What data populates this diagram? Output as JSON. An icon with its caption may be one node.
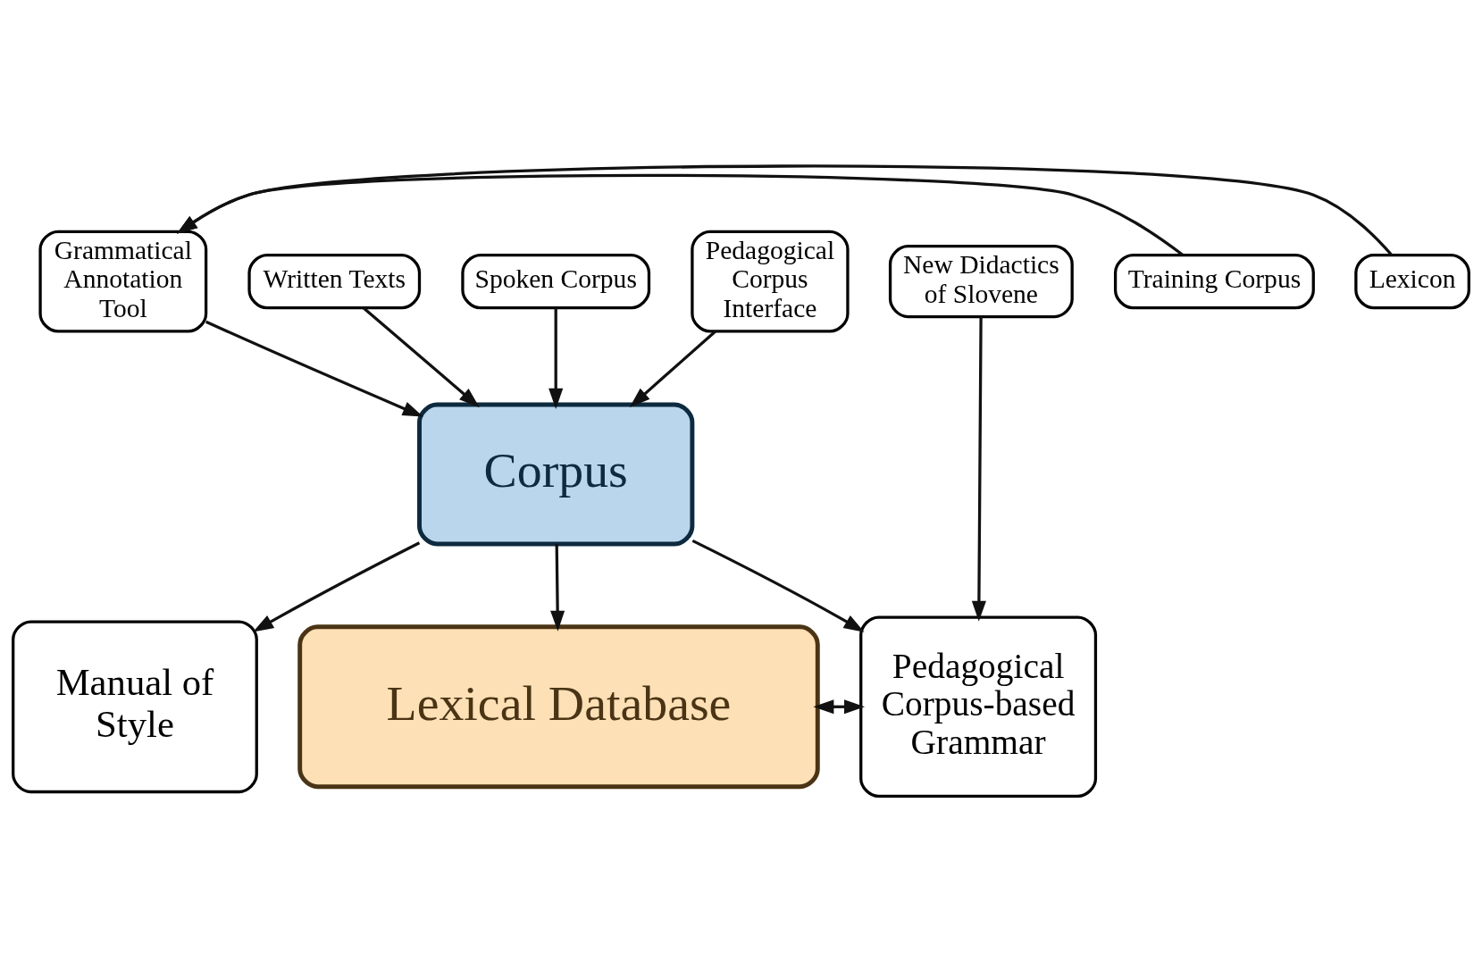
{
  "diagram": {
    "nodes": [
      {
        "text": [
          "Grammatical Annotation Tool"
        ]
      },
      {
        "text": [
          "Training Corpus"
        ]
      },
      {
        "text": [
          "Written Texts"
        ]
      },
      {
        "text": [
          "Spoken Corpus"
        ]
      },
      {
        "text": [
          "Lexicon"
        ]
      },
      {
        "text": [
          "Pedagogical Corpus Interface"
        ]
      },
      {
        "text": [
          "New Didactics of Slovene"
        ]
      },
      {
        "text": [
          "Corpus"
        ]
      },
      {
        "text": [
          "Manual of Style"
        ]
      },
      {
        "text": [
          "Lexical Database"
        ]
      },
      {
        "text": [
          "Pedagogical Corpus-based Grammar"
        ]
      }
    ],
    "edges": [
      {
        "from": 1,
        "to": 0,
        "arrow": "to"
      },
      {
        "from": 4,
        "to": 0,
        "arrow": "to"
      },
      {
        "from": 0,
        "to": 7,
        "arrow": "to"
      },
      {
        "from": 2,
        "to": 7,
        "arrow": "to"
      },
      {
        "from": 3,
        "to": 7,
        "arrow": "to"
      },
      {
        "from": 5,
        "to": 7,
        "arrow": "to"
      },
      {
        "from": 7,
        "to": 8,
        "arrow": "to"
      },
      {
        "from": 7,
        "to": 9,
        "arrow": "to"
      },
      {
        "from": 7,
        "to": 10,
        "arrow": "to"
      },
      {
        "from": 9,
        "to": 10,
        "arrow": "both"
      },
      {
        "from": 6,
        "to": 10,
        "arrow": "to"
      }
    ]
  }
}
